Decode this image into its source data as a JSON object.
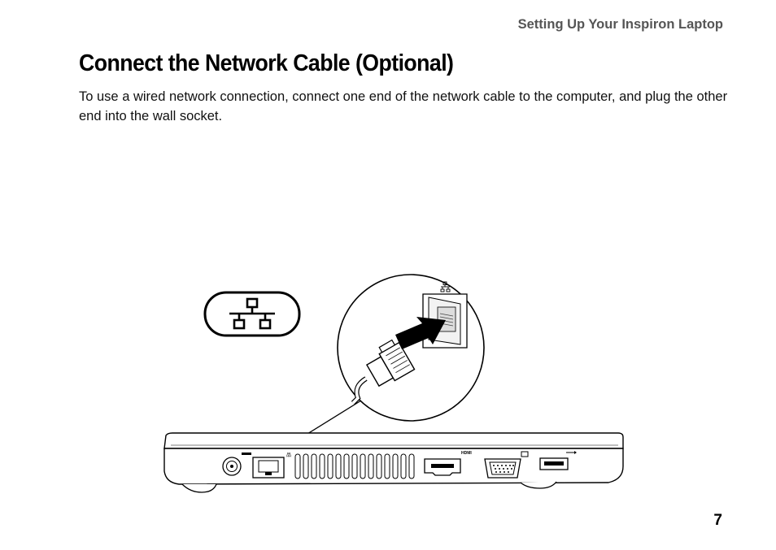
{
  "header": {
    "running_title": "Setting Up Your Inspiron Laptop"
  },
  "page": {
    "title": "Connect the Network Cable (Optional)",
    "body": "To use a wired network connection, connect one end of the network cable to the computer, and plug the other end into the wall socket.",
    "page_number": "7"
  },
  "illustration": {
    "port_label_hdmi": "HDMI",
    "icons": [
      "network-icon",
      "usb-icon",
      "vga-icon",
      "power-icon"
    ]
  }
}
